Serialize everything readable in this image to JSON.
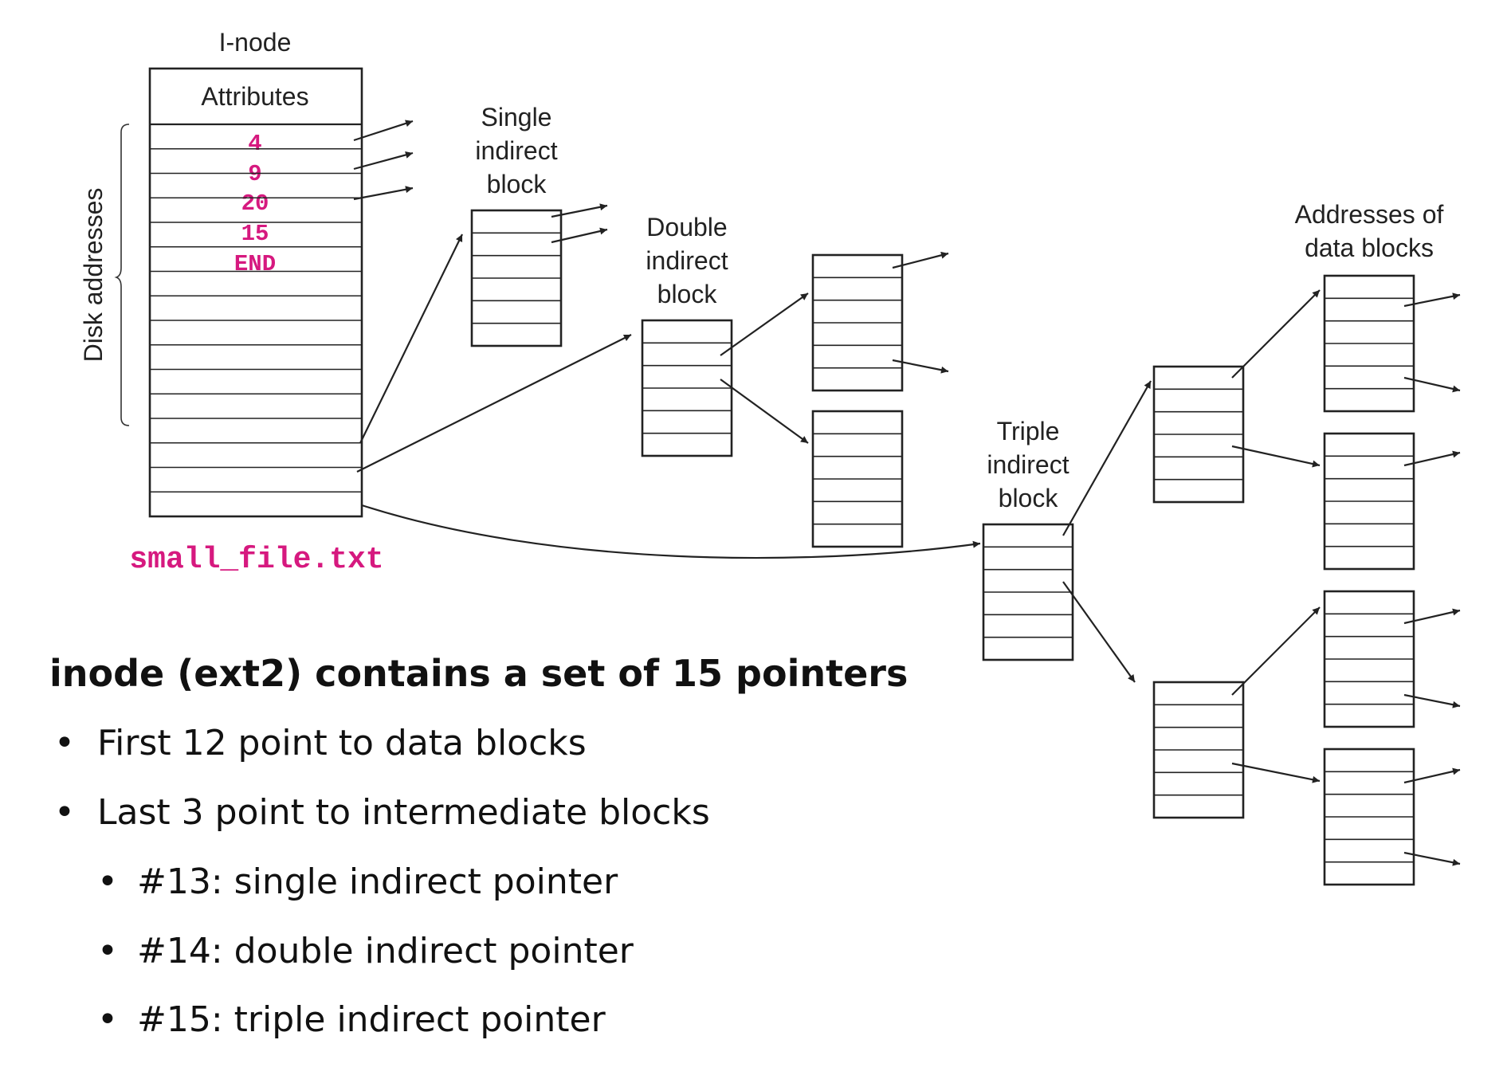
{
  "diagram": {
    "inode_label": "I-node",
    "attributes_label": "Attributes",
    "disk_addresses_label": "Disk addresses",
    "addresses": [
      "4",
      "9",
      "20",
      "15",
      "END"
    ],
    "file_name": "small_file.txt",
    "single_label": [
      "Single",
      "indirect",
      "block"
    ],
    "double_label": [
      "Double",
      "indirect",
      "block"
    ],
    "triple_label": [
      "Triple",
      "indirect",
      "block"
    ],
    "data_label": [
      "Addresses of",
      "data blocks"
    ],
    "accent_color": "#d6197f"
  },
  "text": {
    "heading": "inode (ext2) contains a set of 15 pointers",
    "bullets": [
      "First 12 point to data blocks",
      "Last 3 point to intermediate blocks"
    ],
    "sub_bullets": [
      "#13: single indirect pointer",
      "#14: double indirect pointer",
      "#15: triple indirect pointer"
    ]
  }
}
